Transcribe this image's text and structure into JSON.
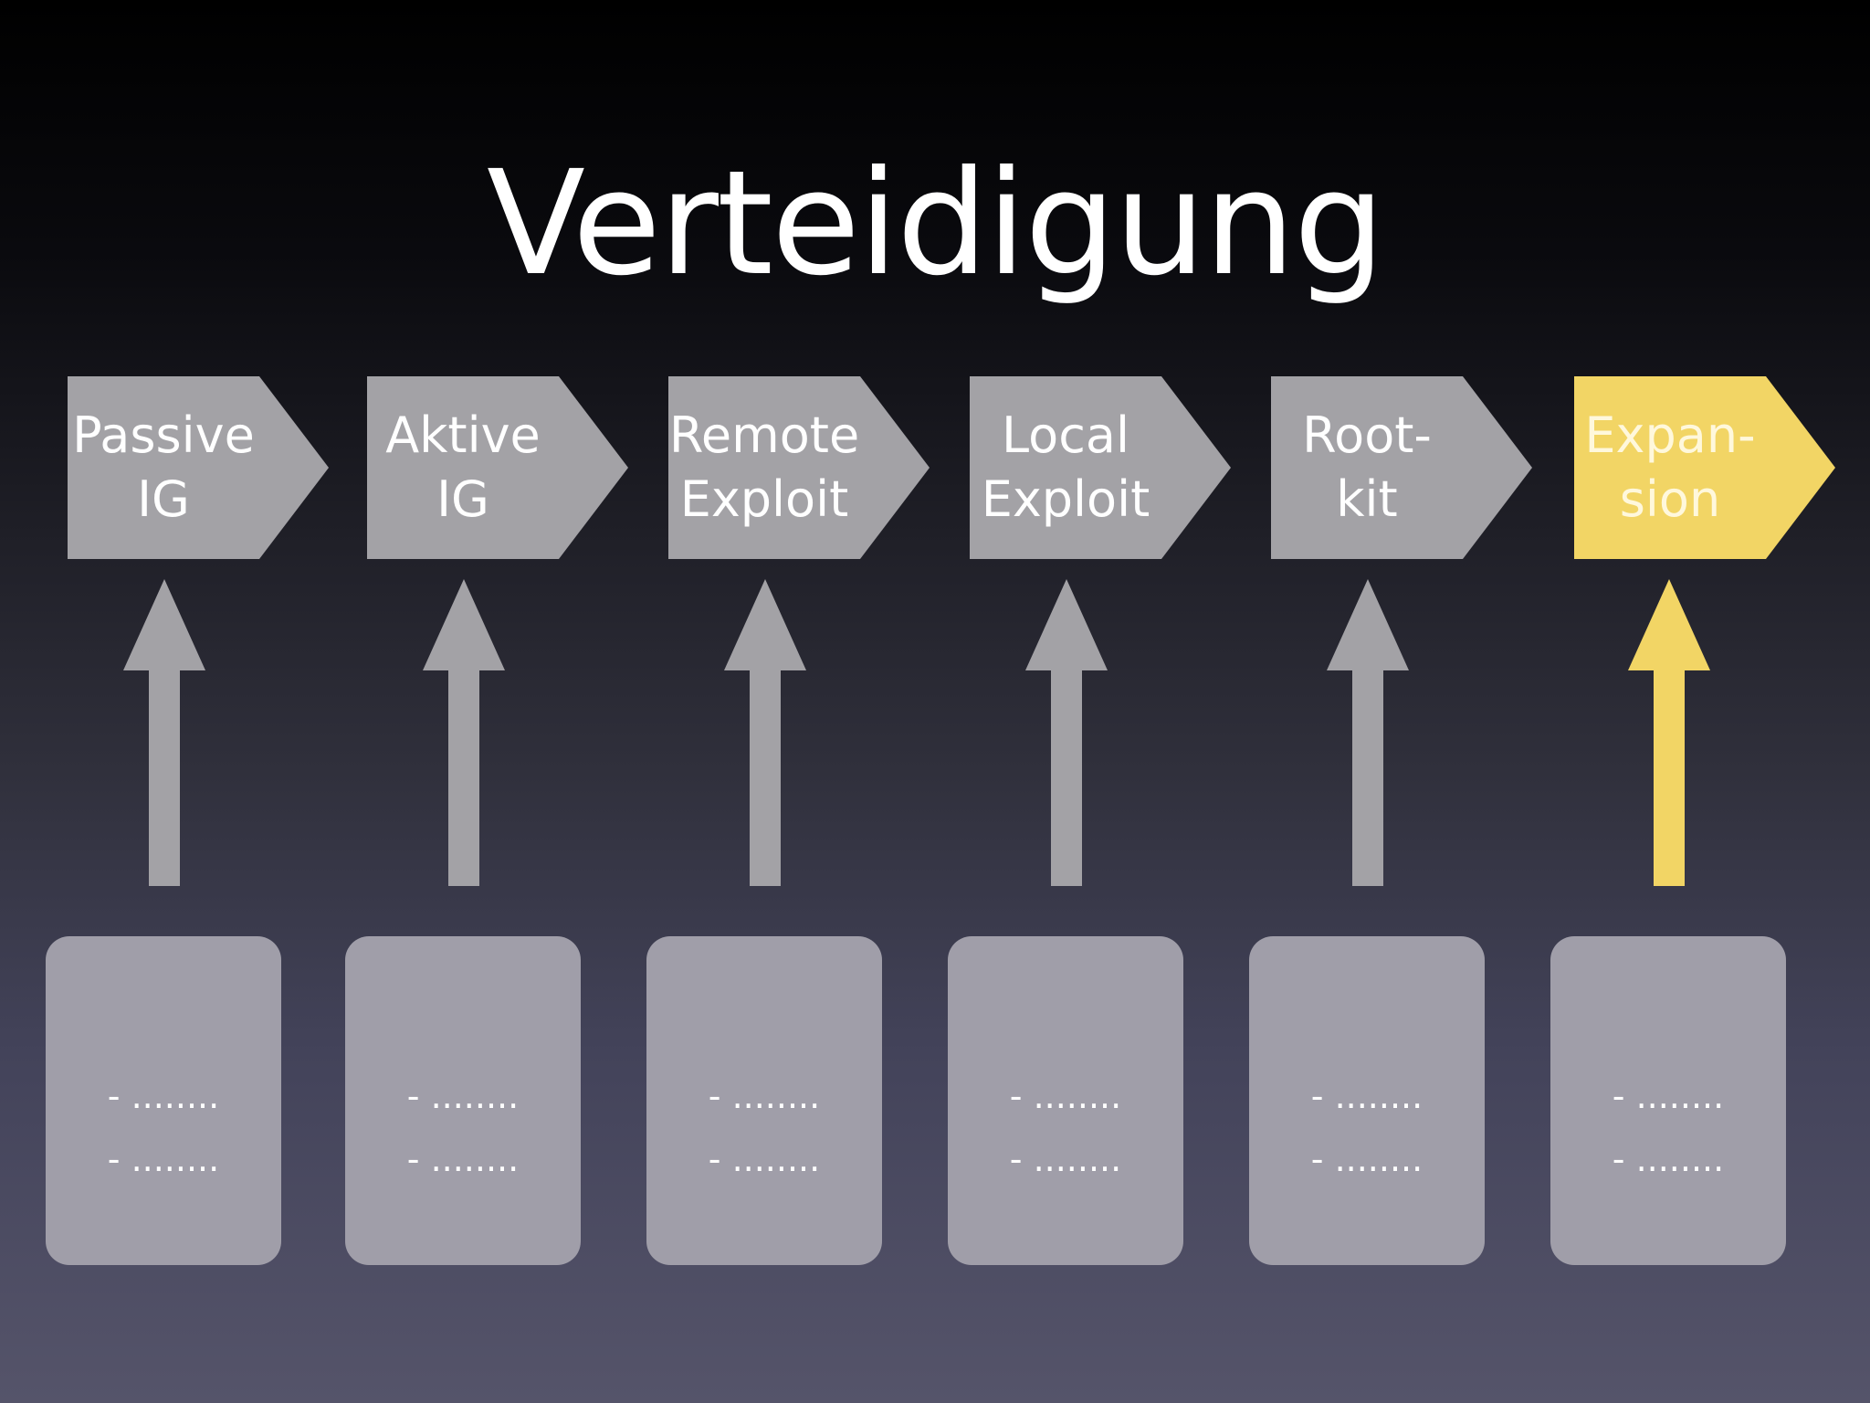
{
  "title": "Verteidigung",
  "colors": {
    "stage_gray": "#a3a2a6",
    "highlight_yellow": "#f2d565",
    "card_gray": "#a09ea9",
    "text_white": "#ffffff"
  },
  "stages": [
    {
      "line1": "Passive",
      "line2": "IG",
      "highlight": false,
      "card": {
        "line1": "- ........",
        "line2": "- ........"
      }
    },
    {
      "line1": "Aktive",
      "line2": "IG",
      "highlight": false,
      "card": {
        "line1": "- ........",
        "line2": "- ........"
      }
    },
    {
      "line1": "Remote",
      "line2": "Exploit",
      "highlight": false,
      "card": {
        "line1": "- ........",
        "line2": "- ........"
      }
    },
    {
      "line1": "Local",
      "line2": "Exploit",
      "highlight": false,
      "card": {
        "line1": "- ........",
        "line2": "- ........"
      }
    },
    {
      "line1": "Root-",
      "line2": "kit",
      "highlight": false,
      "card": {
        "line1": "- ........",
        "line2": "- ........"
      }
    },
    {
      "line1": "Expan-",
      "line2": "sion",
      "highlight": true,
      "card": {
        "line1": "- ........",
        "line2": "- ........"
      }
    }
  ]
}
